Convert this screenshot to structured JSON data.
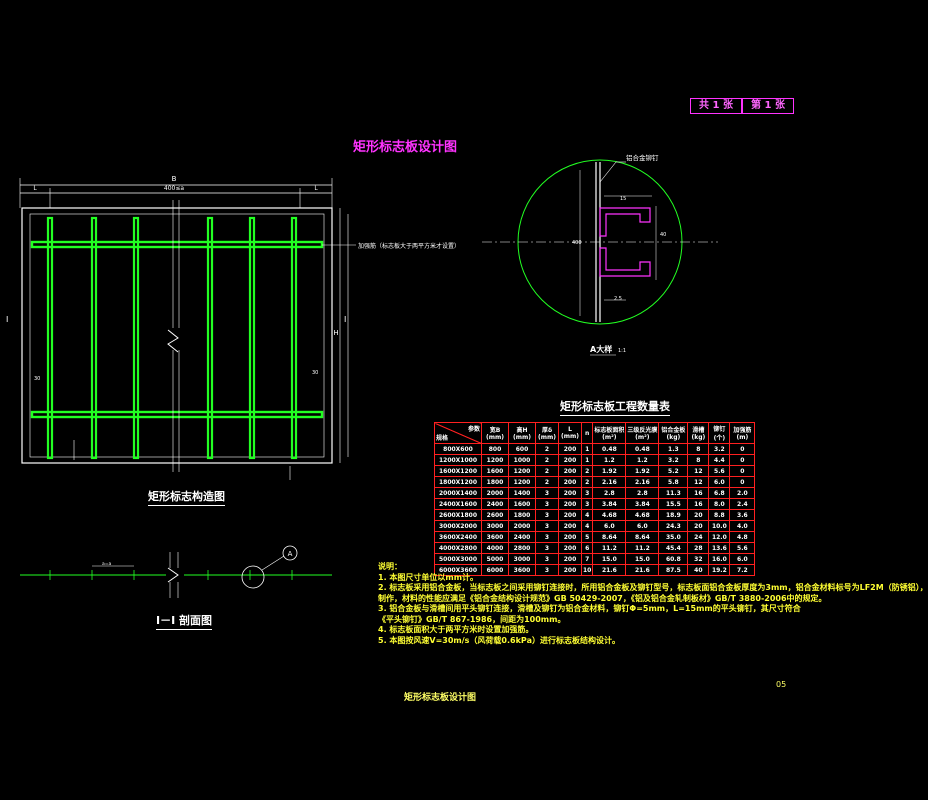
{
  "header": {
    "total_pages": "共 1 张",
    "page_index": "第 1 张"
  },
  "title": "矩形标志板设计图",
  "views": {
    "structure": {
      "caption": "矩形标志构造图",
      "dim_B": "B",
      "dim_inner": "400≤a",
      "dim_L": "L",
      "dim_H": "H",
      "dim_side": "30",
      "dim_bottom": "30",
      "label_stiffener": "加强筋（标志板大于两平方米才设置）",
      "section_mark": "I"
    },
    "section": {
      "caption": "I－I 剖面图",
      "dim": "a=a",
      "detail_ref": "A"
    },
    "detail": {
      "caption": "A大样",
      "scale": "1:1",
      "label_rivet": "铝合金铆钉",
      "dim_top": "15",
      "dim_mid": "40",
      "dim_bottom": "2.5",
      "dim_left": "400"
    }
  },
  "quantity_table": {
    "title": "矩形标志板工程数量表",
    "corner_top": "参数",
    "corner_bottom": "规格",
    "headers": [
      "宽B\n(mm)",
      "高H\n(mm)",
      "厚δ\n(mm)",
      "L\n(mm)",
      "n",
      "标志板面积\n(m²)",
      "三级反光膜\n(m²)",
      "铝合金板\n(kg)",
      "滑槽\n(kg)",
      "铆钉\n(个)",
      "加强筋\n(m)"
    ],
    "rows": [
      [
        "800X600",
        "800",
        "600",
        "2",
        "200",
        "1",
        "0.48",
        "0.48",
        "1.3",
        "8",
        "3.2",
        "0"
      ],
      [
        "1200X1000",
        "1200",
        "1000",
        "2",
        "200",
        "1",
        "1.2",
        "1.2",
        "3.2",
        "8",
        "4.4",
        "0"
      ],
      [
        "1600X1200",
        "1600",
        "1200",
        "2",
        "200",
        "2",
        "1.92",
        "1.92",
        "5.2",
        "12",
        "5.6",
        "0"
      ],
      [
        "1800X1200",
        "1800",
        "1200",
        "2",
        "200",
        "2",
        "2.16",
        "2.16",
        "5.8",
        "12",
        "6.0",
        "0"
      ],
      [
        "2000X1400",
        "2000",
        "1400",
        "3",
        "200",
        "3",
        "2.8",
        "2.8",
        "11.3",
        "16",
        "6.8",
        "2.0"
      ],
      [
        "2400X1600",
        "2400",
        "1600",
        "3",
        "200",
        "3",
        "3.84",
        "3.84",
        "15.5",
        "16",
        "8.0",
        "2.4"
      ],
      [
        "2600X1800",
        "2600",
        "1800",
        "3",
        "200",
        "4",
        "4.68",
        "4.68",
        "18.9",
        "20",
        "8.8",
        "3.6"
      ],
      [
        "3000X2000",
        "3000",
        "2000",
        "3",
        "200",
        "4",
        "6.0",
        "6.0",
        "24.3",
        "20",
        "10.0",
        "4.0"
      ],
      [
        "3600X2400",
        "3600",
        "2400",
        "3",
        "200",
        "5",
        "8.64",
        "8.64",
        "35.0",
        "24",
        "12.0",
        "4.8"
      ],
      [
        "4000X2800",
        "4000",
        "2800",
        "3",
        "200",
        "6",
        "11.2",
        "11.2",
        "45.4",
        "28",
        "13.6",
        "5.6"
      ],
      [
        "5000X3000",
        "5000",
        "3000",
        "3",
        "200",
        "7",
        "15.0",
        "15.0",
        "60.8",
        "32",
        "16.0",
        "6.0"
      ],
      [
        "6000X3600",
        "6000",
        "3600",
        "3",
        "200",
        "10",
        "21.6",
        "21.6",
        "87.5",
        "40",
        "19.2",
        "7.2"
      ]
    ]
  },
  "notes": {
    "heading": "说明：",
    "lines": [
      "1. 本图尺寸单位以mm计。",
      "2. 标志板采用铝合金板，当标志板之间采用铆钉连接时，所用铝合金板及铆钉型号，标志板面铝合金板厚度为3mm，铝合金材料标号为LF2M（防锈铝），",
      "   制作，材料的性能应满足《铝合金结构设计规范》GB 50429-2007，《铝及铝合金轧制板材》GB/T 3880-2006中的规定。",
      "3. 铝合金板与滑槽间用平头铆钉连接，滑槽及铆钉为铝合金材料，铆钉Φ=5mm，L=15mm的平头铆钉，其尺寸符合",
      "   《平头铆钉》GB/T 867-1986，间距为100mm。",
      "4. 标志板面积大于两平方米时设置加强筋。",
      "5. 本图按风速V=30m/s（风荷载0.6kPa）进行标志板结构设计。"
    ]
  },
  "page_number": "05",
  "footer_caption": "矩形标志板设计图",
  "colors": {
    "frame": "#ffffff",
    "stiffener": "#22ff22",
    "title": "#ff33ff",
    "notes": "#ffff33",
    "table_grid": "#ff2020",
    "section_circle": "#22ff22"
  }
}
